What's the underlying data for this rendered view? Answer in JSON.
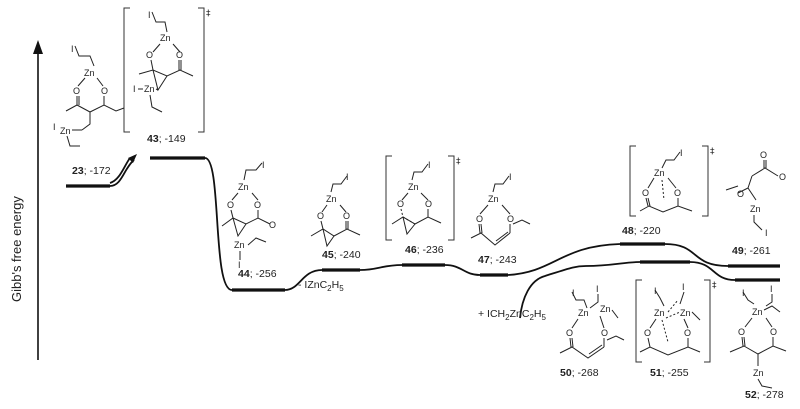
{
  "axis": {
    "y_label": "Gibb's free energy"
  },
  "species": [
    {
      "id": "23",
      "energy": "-172"
    },
    {
      "id": "43",
      "energy": "-149"
    },
    {
      "id": "44",
      "energy": "-256"
    },
    {
      "id": "45",
      "energy": "-240"
    },
    {
      "id": "46",
      "energy": "-236"
    },
    {
      "id": "47",
      "energy": "-243"
    },
    {
      "id": "48",
      "energy": "-220"
    },
    {
      "id": "49",
      "energy": "-261"
    },
    {
      "id": "50",
      "energy": "-268"
    },
    {
      "id": "51",
      "energy": "-255"
    },
    {
      "id": "52",
      "energy": "-278"
    }
  ],
  "annotations": {
    "loss": "- IZnC",
    "loss_sub1": "2",
    "loss_mid": "H",
    "loss_sub2": "5",
    "gain": "+ ICH",
    "gain_sub1": "2",
    "gain_mid": "ZnC",
    "gain_sub2": "2",
    "gain_mid2": "H",
    "gain_sub3": "5"
  },
  "ts_symbol": "‡",
  "atoms": {
    "zinc": "Zn",
    "iodine": "I",
    "oxygen": "O"
  }
}
